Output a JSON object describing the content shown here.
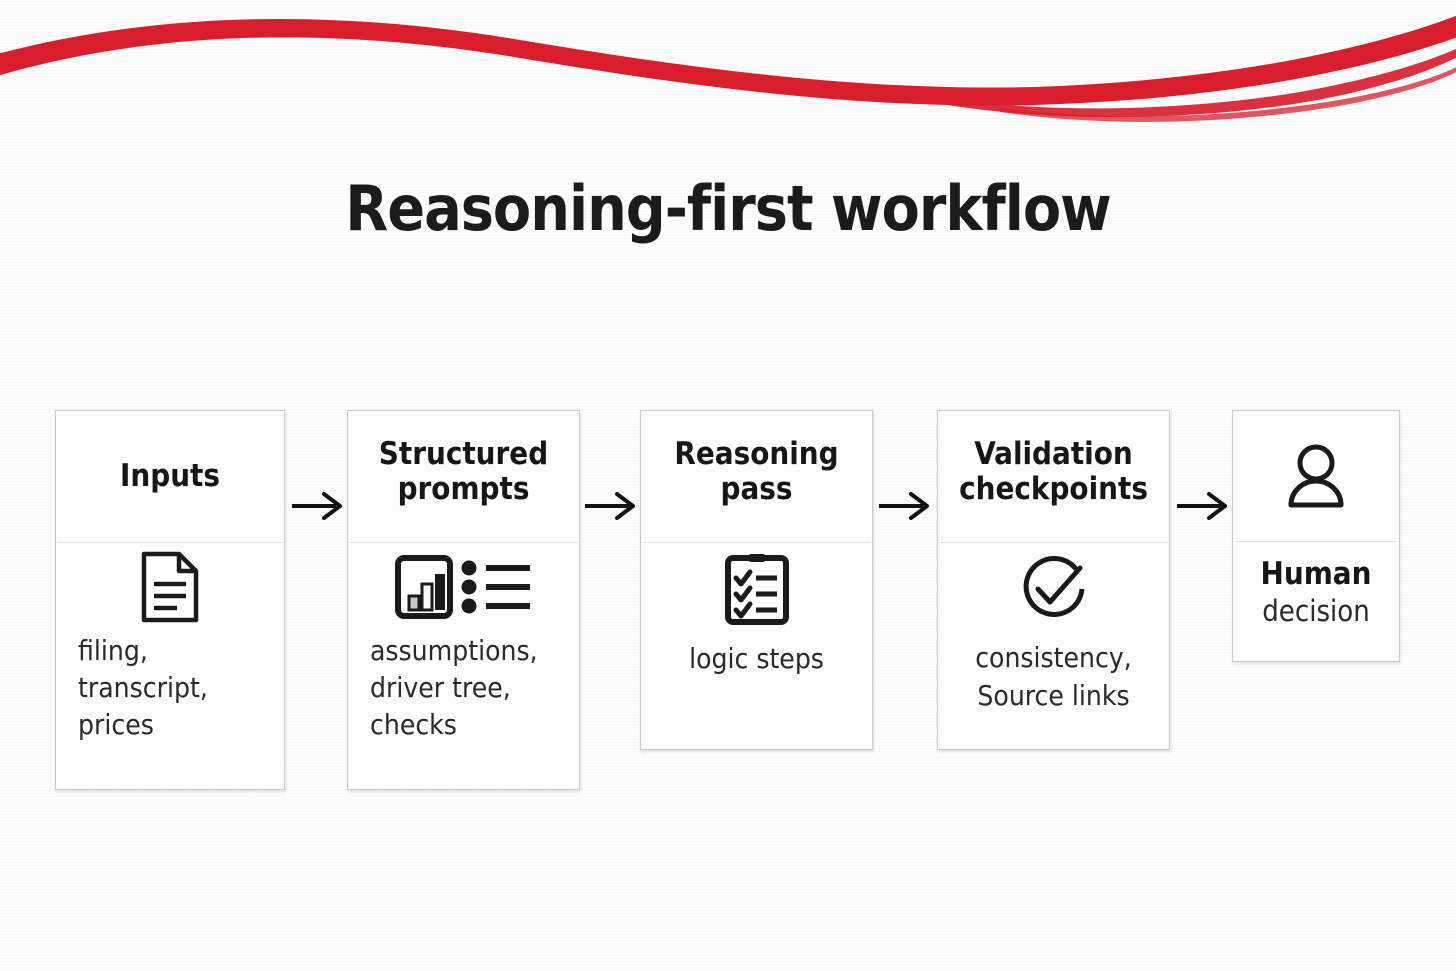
{
  "slide": {
    "title": "Reasoning-first workflow",
    "background_color": "#fdfdfd",
    "accent_color": "#d81e2c",
    "border_color": "#c9c9c9",
    "text_color": "#161616"
  },
  "decor": {
    "swoosh_name": "red-wave-banner",
    "swoosh_color": "#d81e2c"
  },
  "flow": {
    "arrow_glyph": "→",
    "steps": [
      {
        "id": "inputs",
        "title": "Inputs",
        "icon": "document-icon",
        "body": "filing,\ntranscript,\nprices",
        "body_align": "left"
      },
      {
        "id": "structured-prompts",
        "title": "Structured\nprompts",
        "icon": "bar-chart-and-bullet-list-icon",
        "body": "assumptions,\ndriver tree,\nchecks",
        "body_align": "left"
      },
      {
        "id": "reasoning-pass",
        "title": "Reasoning\npass",
        "icon": "checklist-clipboard-icon",
        "body": "logic steps",
        "body_align": "center"
      },
      {
        "id": "validation-checkpoints",
        "title": "Validation\ncheckpoints",
        "icon": "check-circle-icon",
        "body": "consistency,\nSource links",
        "body_align": "center"
      },
      {
        "id": "human-decision",
        "title": "",
        "icon": "person-icon",
        "body_line1": "Human",
        "body_line2": "decision",
        "body_align": "center"
      }
    ],
    "arrows": [
      {
        "from": "inputs",
        "to": "structured-prompts"
      },
      {
        "from": "structured-prompts",
        "to": "reasoning-pass"
      },
      {
        "from": "reasoning-pass",
        "to": "validation-checkpoints"
      },
      {
        "from": "validation-checkpoints",
        "to": "human-decision"
      }
    ]
  }
}
